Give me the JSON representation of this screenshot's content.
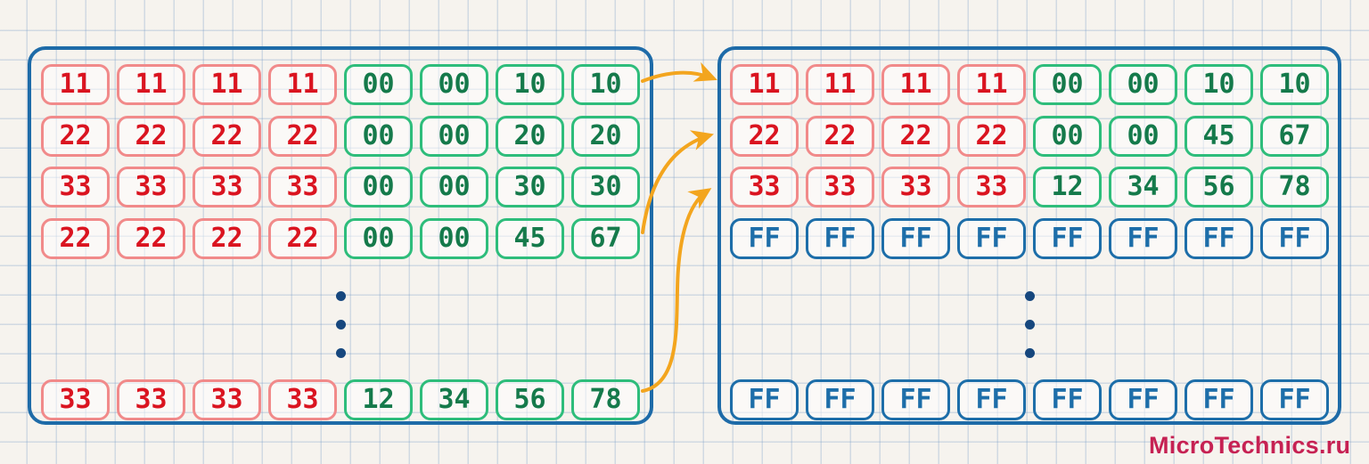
{
  "watermark": {
    "label": "MicroTechnics.ru"
  },
  "colors": {
    "background": "#f6f3ee",
    "grid_line": "rgba(110,152,196,0.28)",
    "panel_border": "#1e6ba8",
    "cell_red_border": "#f18a8a",
    "cell_red_text": "#da1420",
    "cell_green_border": "#2ebd7b",
    "cell_green_text": "#157a4b",
    "cell_blue_border": "#1d6ea9",
    "cell_blue_text": "#1d6ea9",
    "arrow": "#f3a51e",
    "ellipsis_dot": "#16477e",
    "watermark_text": "#c62153"
  },
  "panels": [
    {
      "name": "memory-block-before",
      "ellipsis_after_row": 4,
      "ellipsis_dots": 3,
      "rows": [
        [
          {
            "value": "11",
            "color": "red"
          },
          {
            "value": "11",
            "color": "red"
          },
          {
            "value": "11",
            "color": "red"
          },
          {
            "value": "11",
            "color": "red"
          },
          {
            "value": "00",
            "color": "green"
          },
          {
            "value": "00",
            "color": "green"
          },
          {
            "value": "10",
            "color": "green"
          },
          {
            "value": "10",
            "color": "green"
          }
        ],
        [
          {
            "value": "22",
            "color": "red"
          },
          {
            "value": "22",
            "color": "red"
          },
          {
            "value": "22",
            "color": "red"
          },
          {
            "value": "22",
            "color": "red"
          },
          {
            "value": "00",
            "color": "green"
          },
          {
            "value": "00",
            "color": "green"
          },
          {
            "value": "20",
            "color": "green"
          },
          {
            "value": "20",
            "color": "green"
          }
        ],
        [
          {
            "value": "33",
            "color": "red"
          },
          {
            "value": "33",
            "color": "red"
          },
          {
            "value": "33",
            "color": "red"
          },
          {
            "value": "33",
            "color": "red"
          },
          {
            "value": "00",
            "color": "green"
          },
          {
            "value": "00",
            "color": "green"
          },
          {
            "value": "30",
            "color": "green"
          },
          {
            "value": "30",
            "color": "green"
          }
        ],
        [
          {
            "value": "22",
            "color": "red"
          },
          {
            "value": "22",
            "color": "red"
          },
          {
            "value": "22",
            "color": "red"
          },
          {
            "value": "22",
            "color": "red"
          },
          {
            "value": "00",
            "color": "green"
          },
          {
            "value": "00",
            "color": "green"
          },
          {
            "value": "45",
            "color": "green"
          },
          {
            "value": "67",
            "color": "green"
          }
        ],
        [
          {
            "value": "33",
            "color": "red"
          },
          {
            "value": "33",
            "color": "red"
          },
          {
            "value": "33",
            "color": "red"
          },
          {
            "value": "33",
            "color": "red"
          },
          {
            "value": "12",
            "color": "green"
          },
          {
            "value": "34",
            "color": "green"
          },
          {
            "value": "56",
            "color": "green"
          },
          {
            "value": "78",
            "color": "green"
          }
        ]
      ]
    },
    {
      "name": "memory-block-after",
      "ellipsis_after_row": 4,
      "ellipsis_dots": 3,
      "rows": [
        [
          {
            "value": "11",
            "color": "red"
          },
          {
            "value": "11",
            "color": "red"
          },
          {
            "value": "11",
            "color": "red"
          },
          {
            "value": "11",
            "color": "red"
          },
          {
            "value": "00",
            "color": "green"
          },
          {
            "value": "00",
            "color": "green"
          },
          {
            "value": "10",
            "color": "green"
          },
          {
            "value": "10",
            "color": "green"
          }
        ],
        [
          {
            "value": "22",
            "color": "red"
          },
          {
            "value": "22",
            "color": "red"
          },
          {
            "value": "22",
            "color": "red"
          },
          {
            "value": "22",
            "color": "red"
          },
          {
            "value": "00",
            "color": "green"
          },
          {
            "value": "00",
            "color": "green"
          },
          {
            "value": "45",
            "color": "green"
          },
          {
            "value": "67",
            "color": "green"
          }
        ],
        [
          {
            "value": "33",
            "color": "red"
          },
          {
            "value": "33",
            "color": "red"
          },
          {
            "value": "33",
            "color": "red"
          },
          {
            "value": "33",
            "color": "red"
          },
          {
            "value": "12",
            "color": "green"
          },
          {
            "value": "34",
            "color": "green"
          },
          {
            "value": "56",
            "color": "green"
          },
          {
            "value": "78",
            "color": "green"
          }
        ],
        [
          {
            "value": "FF",
            "color": "blue"
          },
          {
            "value": "FF",
            "color": "blue"
          },
          {
            "value": "FF",
            "color": "blue"
          },
          {
            "value": "FF",
            "color": "blue"
          },
          {
            "value": "FF",
            "color": "blue"
          },
          {
            "value": "FF",
            "color": "blue"
          },
          {
            "value": "FF",
            "color": "blue"
          },
          {
            "value": "FF",
            "color": "blue"
          }
        ],
        [
          {
            "value": "FF",
            "color": "blue"
          },
          {
            "value": "FF",
            "color": "blue"
          },
          {
            "value": "FF",
            "color": "blue"
          },
          {
            "value": "FF",
            "color": "blue"
          },
          {
            "value": "FF",
            "color": "blue"
          },
          {
            "value": "FF",
            "color": "blue"
          },
          {
            "value": "FF",
            "color": "blue"
          },
          {
            "value": "FF",
            "color": "blue"
          }
        ]
      ]
    }
  ],
  "arrows": [
    {
      "from": "left-panel-row-1",
      "to": "right-panel-row-1"
    },
    {
      "from": "left-panel-row-4",
      "to": "right-panel-row-2"
    },
    {
      "from": "left-panel-last-row",
      "to": "right-panel-row-3"
    }
  ]
}
